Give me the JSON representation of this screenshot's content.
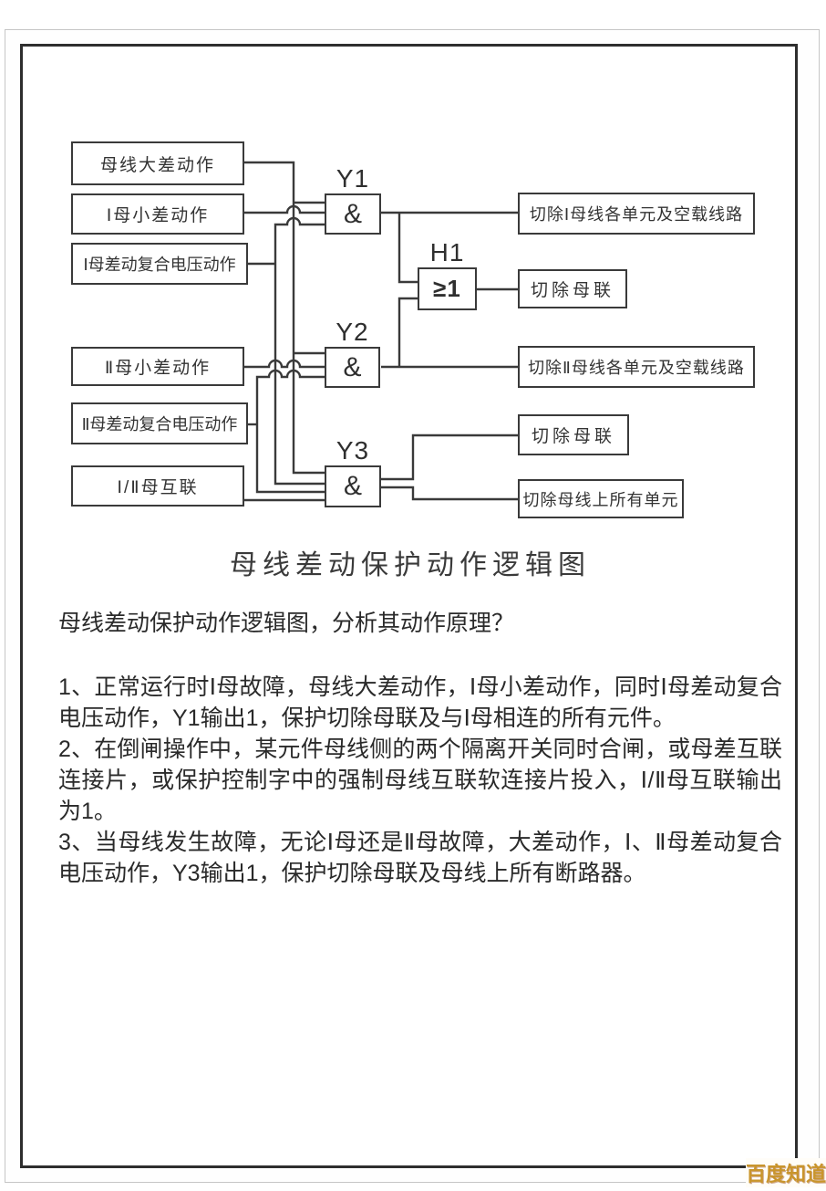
{
  "diagram": {
    "inputs": [
      {
        "label": "母线大差动作"
      },
      {
        "label": "Ⅰ母小差动作"
      },
      {
        "label": "Ⅰ母差动复合电压动作"
      },
      {
        "label": "Ⅱ母小差动作"
      },
      {
        "label": "Ⅱ母差动复合电压动作"
      },
      {
        "label": "Ⅰ/Ⅱ母互联"
      }
    ],
    "gates": [
      {
        "name": "Y1",
        "symbol": "&"
      },
      {
        "name": "H1",
        "symbol": "≥1"
      },
      {
        "name": "Y2",
        "symbol": "&"
      },
      {
        "name": "Y3",
        "symbol": "&"
      }
    ],
    "outputs": [
      {
        "label": "切除Ⅰ母线各单元及空载线路"
      },
      {
        "label": "切除母联"
      },
      {
        "label": "切除Ⅱ母线各单元及空载线路"
      },
      {
        "label": "切除母联"
      },
      {
        "label": "切除母线上所有单元"
      }
    ],
    "caption": "母线差动保护动作逻辑图",
    "line_color": "#3a3a3a"
  },
  "question": {
    "intro": "母线差动保护动作逻辑图，分析其动作原理？",
    "items": [
      "1、正常运行时Ⅰ母故障，母线大差动作，Ⅰ母小差动作，同时Ⅰ母差动复合电压动作，Y1输出1，保护切除母联及与Ⅰ母相连的所有元件。",
      "2、在倒闸操作中，某元件母线侧的两个隔离开关同时合闸，或母差互联连接片，或保护控制字中的强制母线互联软连接片投入，Ⅰ/Ⅱ母互联输出为1。",
      "3、当母线发生故障，无论Ⅰ母还是Ⅱ母故障，大差动作，Ⅰ、Ⅱ母差动复合电压动作，Y3输出1，保护切除母联及母线上所有断路器。"
    ]
  },
  "watermark": {
    "text": "百度知道",
    "color": "#c9952c"
  }
}
